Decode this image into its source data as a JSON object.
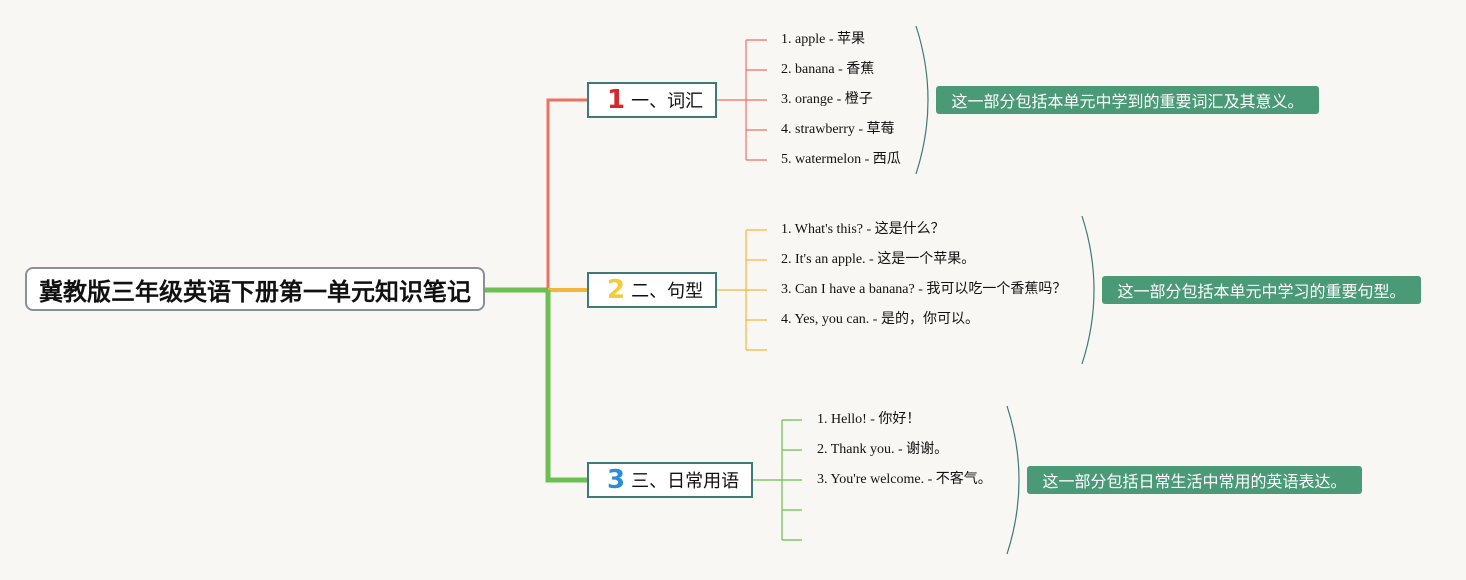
{
  "title": "冀教版三年级英语下册第一单元知识笔记",
  "colors": {
    "branch1": "#f07060",
    "branch2": "#f4b63a",
    "branch3": "#6cbf52",
    "summary_bg": "#4a9a78",
    "bracket": "#3d7a78"
  },
  "branches": [
    {
      "number": "1",
      "label": "一、词汇",
      "number_color": "#d9262a",
      "items": [
        "1. apple - 苹果",
        "2. banana - 香蕉",
        "3. orange - 橙子",
        "4. strawberry - 草莓",
        "5. watermelon - 西瓜"
      ],
      "summary": "这一部分包括本单元中学到的重要词汇及其意义。"
    },
    {
      "number": "2",
      "label": "二、句型",
      "number_color": "#f2cc3a",
      "items": [
        "1. What's this? - 这是什么？",
        "2. It's an apple. - 这是一个苹果。",
        "3. Can I have a banana? - 我可以吃一个香蕉吗？",
        "4. Yes, you can. - 是的，你可以。"
      ],
      "summary": "这一部分包括本单元中学习的重要句型。"
    },
    {
      "number": "3",
      "label": "三、日常用语",
      "number_color": "#2a8fd6",
      "items": [
        "1. Hello! - 你好！",
        "2. Thank you. - 谢谢。",
        "3. You're welcome. - 不客气。"
      ],
      "summary": "这一部分包括日常生活中常用的英语表达。"
    }
  ]
}
